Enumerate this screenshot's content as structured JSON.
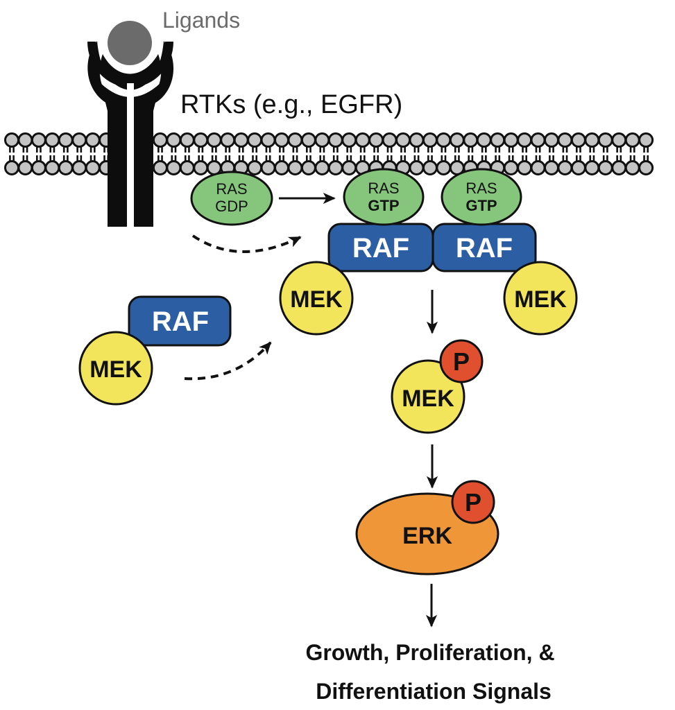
{
  "title": "RAS-RAF-MEK-ERK signaling pathway",
  "colors": {
    "receptor": "#0d0d0d",
    "ligand": "#6b6b6b",
    "ligand_label": "#6b6b6b",
    "lipid_head": "#c4c4c4",
    "lipid_outline": "#111111",
    "ras": "#86c57c",
    "raf": "#2c5ea3",
    "mek": "#f2e55c",
    "erk": "#ef9638",
    "phospho": "#e0502e",
    "text_dark": "#111111",
    "text_light": "#ffffff"
  },
  "labels": {
    "ligands": "Ligands",
    "receptor": "RTKs (e.g., EGFR)",
    "ras_gdp": {
      "line1": "RAS",
      "line2": "GDP"
    },
    "ras_gtp_1": {
      "line1": "RAS",
      "line2": "GTP"
    },
    "ras_gtp_2": {
      "line1": "RAS",
      "line2": "GTP"
    },
    "raf_dimer_left": "RAF",
    "raf_dimer_right": "RAF",
    "raf_free": "RAF",
    "mek_free": "MEK",
    "mek_bound_left": "MEK",
    "mek_bound_right": "MEK",
    "mek_phospho": "MEK",
    "erk_phospho": "ERK",
    "phospho_mek": "P",
    "phospho_erk": "P",
    "output_line1": "Growth, Proliferation, &",
    "output_line2": "Differentiation Signals"
  },
  "membrane": {
    "lipid_count": 48
  },
  "arrows": [
    {
      "id": "ras-activation",
      "from": "RAS GDP",
      "to": "RAS GTP",
      "style": "solid"
    },
    {
      "id": "ras-recruit",
      "from": "RTK",
      "to": "RAF dimer",
      "style": "dashed"
    },
    {
      "id": "raf-mek-recruit",
      "from": "RAF-MEK complex",
      "to": "RAF dimer",
      "style": "dashed"
    },
    {
      "id": "raf-to-mek",
      "from": "RAF dimer",
      "to": "MEK-P",
      "style": "solid"
    },
    {
      "id": "mek-to-erk",
      "from": "MEK-P",
      "to": "ERK-P",
      "style": "solid"
    },
    {
      "id": "erk-to-output",
      "from": "ERK-P",
      "to": "Growth signals",
      "style": "solid"
    }
  ]
}
